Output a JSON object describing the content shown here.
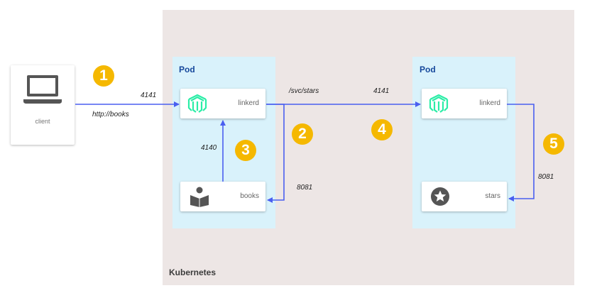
{
  "cluster": {
    "label": "Kubernetes"
  },
  "client": {
    "label": "client",
    "icon": "laptop-icon"
  },
  "pods": [
    {
      "label": "Pod",
      "proxy": {
        "label": "linkerd",
        "icon": "linkerd-icon"
      },
      "service": {
        "label": "books",
        "icon": "book-reader-icon"
      }
    },
    {
      "label": "Pod",
      "proxy": {
        "label": "linkerd",
        "icon": "linkerd-icon"
      },
      "service": {
        "label": "stars",
        "icon": "star-icon"
      }
    }
  ],
  "edges": {
    "client_port": "4141",
    "client_path": "http://books",
    "route_path": "/svc/stars",
    "remote_port": "4141",
    "books_outbound_port": "4140",
    "books_inbound_port": "8081",
    "stars_inbound_port": "8081"
  },
  "steps": [
    "1",
    "2",
    "3",
    "4",
    "5"
  ],
  "colors": {
    "arrow": "#4a5ff0",
    "step_badge": "#f5b800",
    "pod_bg": "#d9f2fb",
    "cluster_bg": "#ede6e5",
    "linkerd_teal": "#2beda7"
  }
}
